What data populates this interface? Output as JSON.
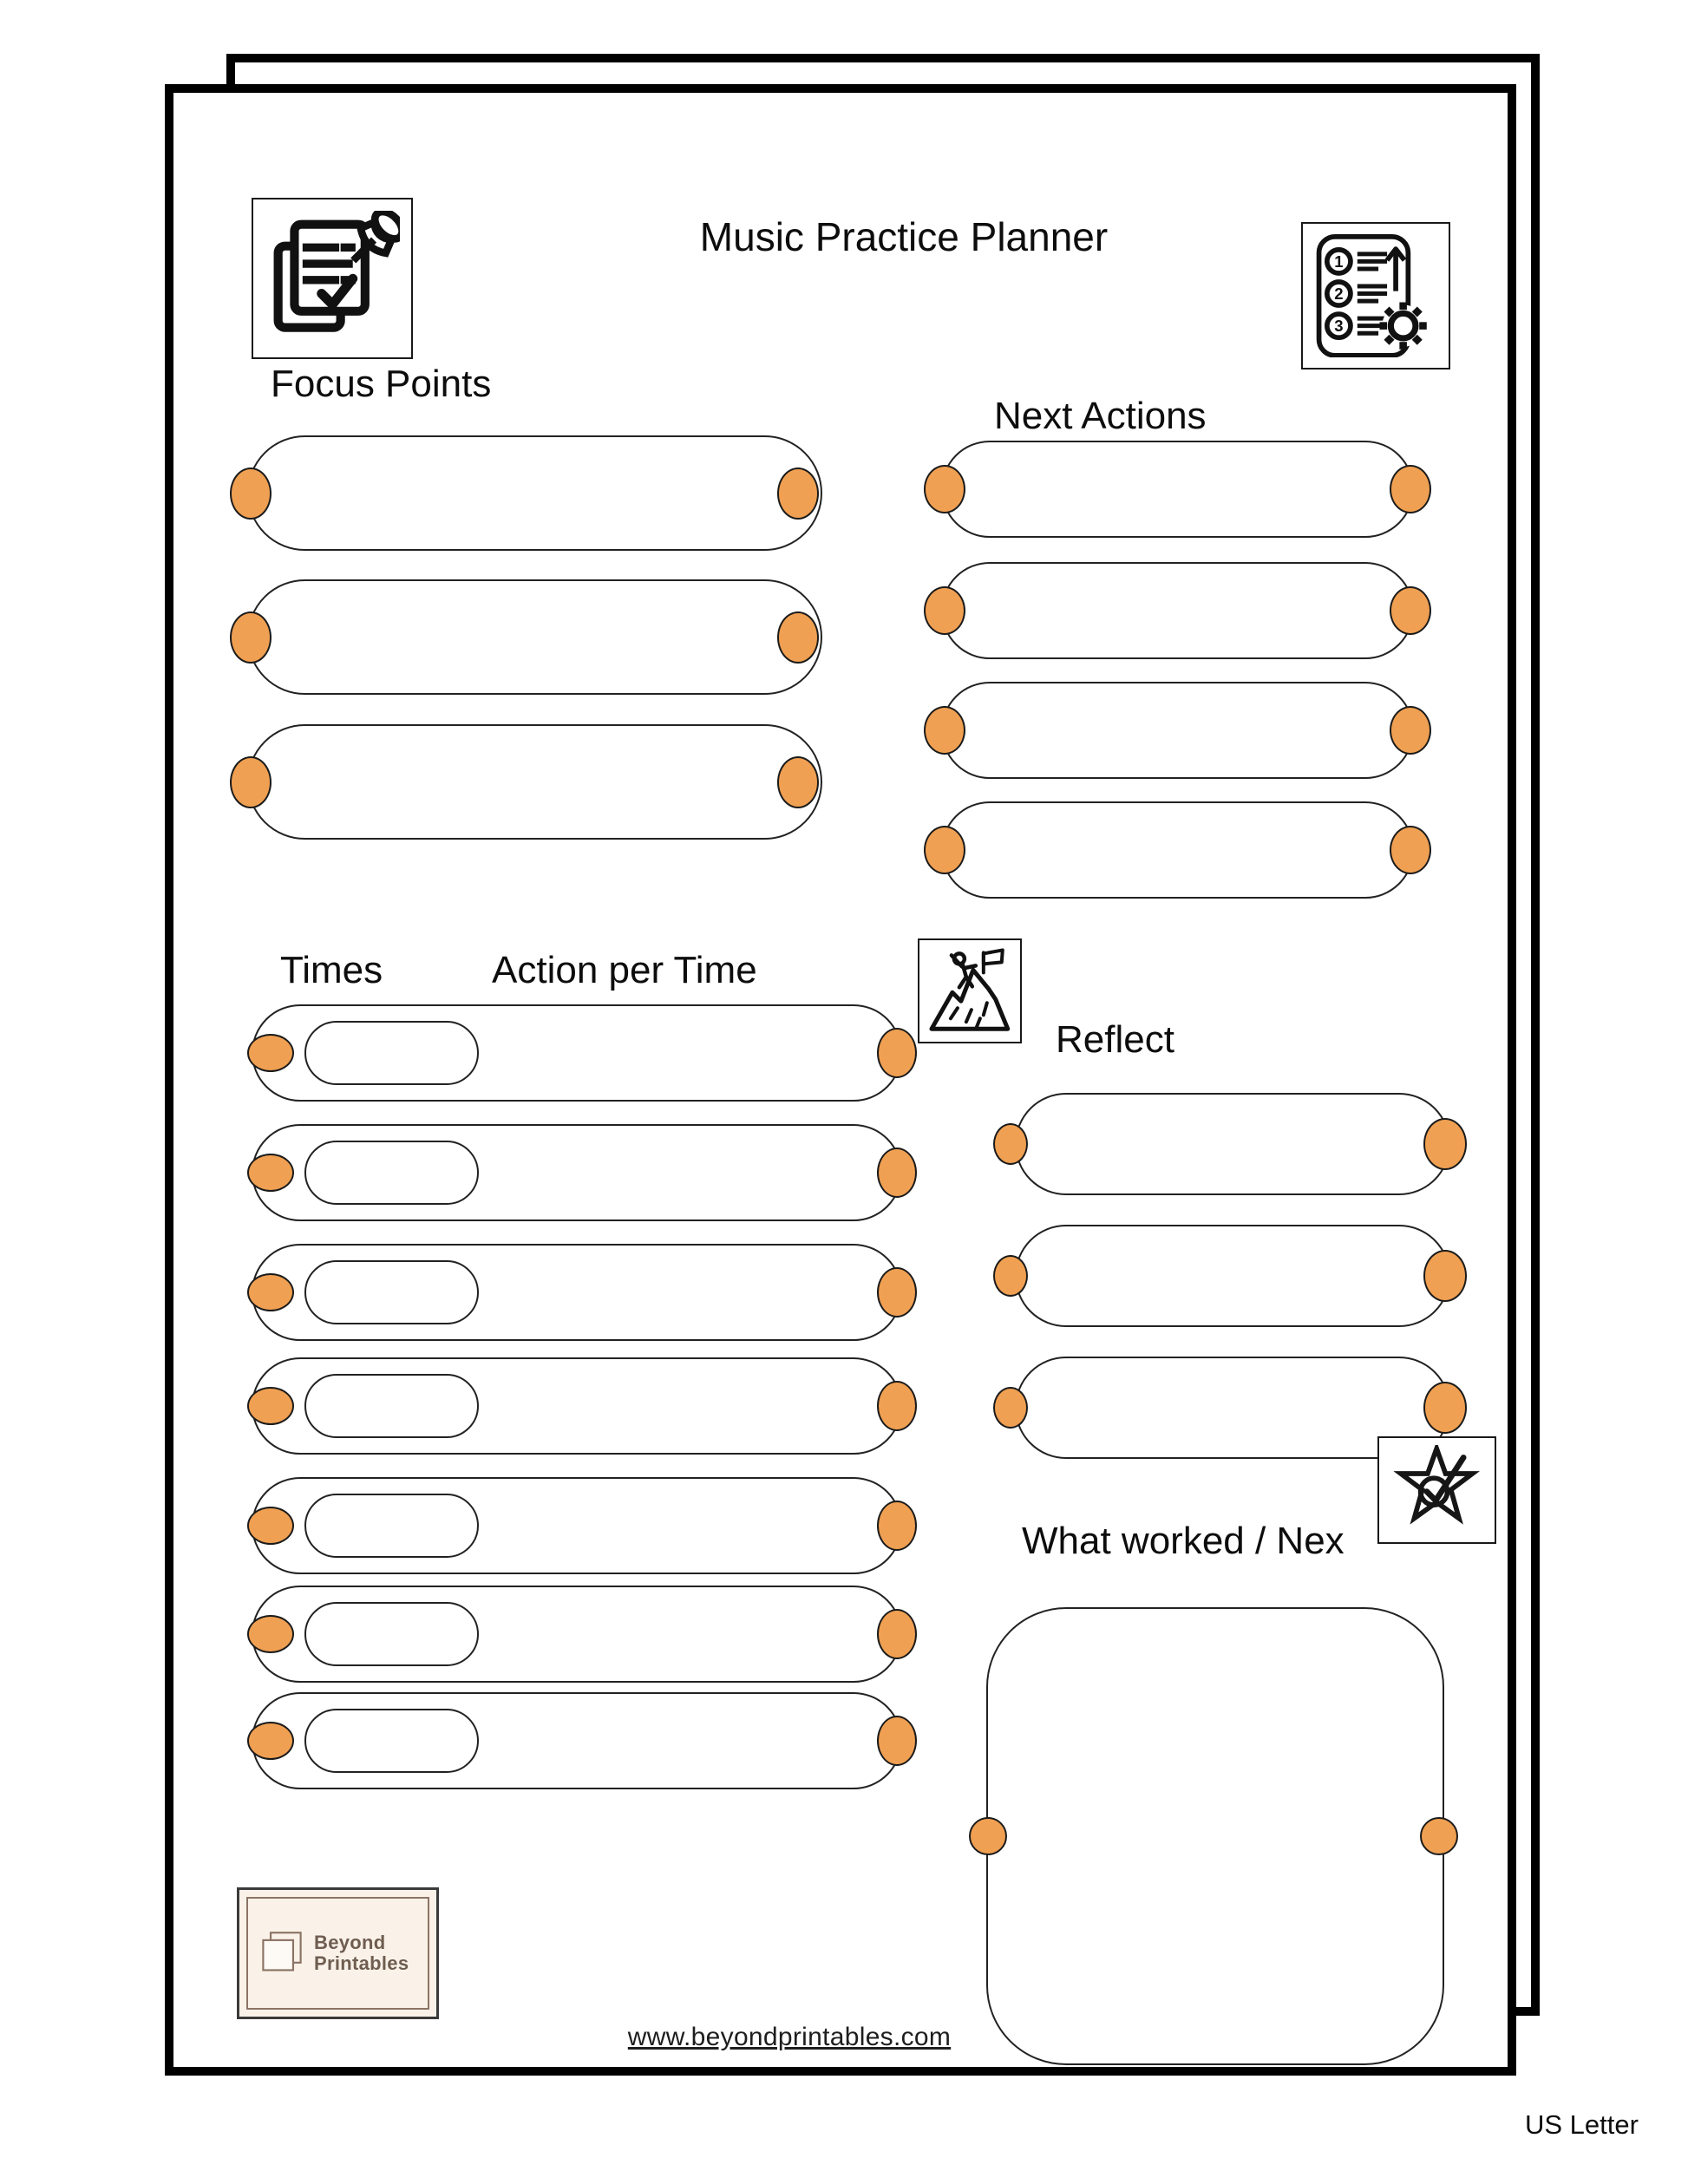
{
  "page": {
    "title": "Music Practice Planner",
    "footer_url": "www.beyondprintables.com",
    "size_label": "US Letter"
  },
  "colors": {
    "accent": "#F0A052",
    "outline": "#1C1C1C",
    "logo_bg": "#FAF2E9",
    "logo_brown": "#8B7464",
    "logo_text": "#6F5D50"
  },
  "sections": {
    "focus_points": {
      "label": "Focus Points",
      "row_count": 3
    },
    "next_actions": {
      "label": "Next Actions",
      "row_count": 4
    },
    "times": {
      "label": "Times",
      "action_label": "Action per Time",
      "row_count": 7
    },
    "reflect": {
      "label": "Reflect",
      "row_count": 3
    },
    "what_worked": {
      "label": "What worked / Nex"
    }
  },
  "logo": {
    "line1": "Beyond",
    "line2": "Printables"
  },
  "icons": [
    {
      "name": "pinned-notes-icon"
    },
    {
      "name": "numbered-steps-gear-icon"
    },
    {
      "name": "mountain-climber-icon"
    },
    {
      "name": "star-check-icon"
    },
    {
      "name": "overlapping-squares-logo-icon"
    }
  ]
}
